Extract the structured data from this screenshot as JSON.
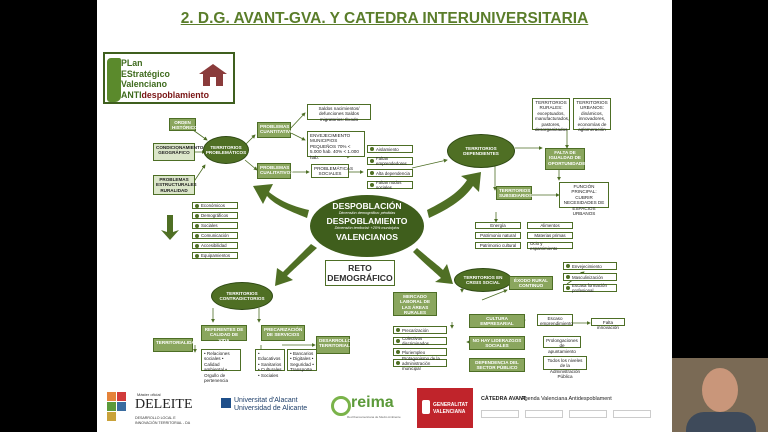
{
  "slide": {
    "title": "2. D.G. AVANT-GVA. Y CATEDRA INTERUNIVERSITARIA",
    "logo": {
      "line1": "PLan",
      "line2": "EStratégico",
      "line3": "Valenciano",
      "line4a": "ANTI",
      "line4b": "despoblamiento"
    }
  },
  "center": {
    "t1": "DESPOBLACIÓN",
    "s1": "Dimensión demográfica: pérdidas",
    "t2": "DESPOBLAMIENTO",
    "s2": "Dimensión territorial: +20% municipios",
    "t3": "VALENCIANOS"
  },
  "reto": {
    "line1": "RETO",
    "line2": "DEMOGRÁFICO"
  },
  "nodes": {
    "problematicos": "TERRITORIOS PROBLEMÁTICOS",
    "orden_historico": "ORDEN HISTÓRICO",
    "condicionamiento": "CONDICIONAMIENTO GEOGRÁFICO",
    "estructurales": "PROBLEMAS ESTRUCTURALES RURALIDAD",
    "cuantitativos": "PROBLEMAS CUANTITATIVOS",
    "cualitativos": "PROBLEMAS CUALITATIVOS",
    "saldos": "Saldos nacimientos/ defunciones Saldos migratorios: Éxodo",
    "envejecimiento": "ENVEJECIMIENTO MUNICIPIOS PEQUEÑOS 70% < 5.000 hab. 40% < 1.000 hab.",
    "problematicas_sociales": "PROBLEMÁTICAS SOCIALES",
    "dependientes": "TERRITORIOS DEPENDIENTES",
    "rurales": "TERRITORIOS RURALES: exceptuados, manufacturados, pastores, desorganizados",
    "urbanos": "TERRITORIOS URBANOS: dinámicos, innovadores, economías de aglomeración",
    "falta_igualdad": "FALTA DE IGUALDAD DE OPORTUNIDADES",
    "subsidiarios": "TERRITORIOS SUBSIDIARIOS",
    "funcion_principal": "FUNCIÓN PRINCIPAL: CUBRIR NECESIDADES DE ESPACIOS URBANOS",
    "contradictorios": "TERRITORIOS CONTRADICTORIOS",
    "referentes": "REFERENTES DE CALIDAD DE VIDA",
    "precarizacion": "PRECARIZACIÓN DE SERVICIOS",
    "territorialidad": "TERRITORIALIDAD",
    "desarrollo": "DESARROLLO TERRITORIAL",
    "crisis_social": "TERRITORIOS EN CRISIS SOCIAL",
    "mercado_laboral": "MERCADO LABORAL DE LAS ÁREAS RURALES",
    "exodo_rural": "ÉXODO RURAL CONTINUO",
    "cultura_empresarial": "CULTURA EMPRESARIAL INSUFICIENTE",
    "liderazgos": "NO HAY LIDERAZGOS SOCIALES",
    "dependencia_publico": "DEPENDENCIA DEL SECTOR PÚBLICO",
    "escaso_emprendimiento": "Escaso emprendimiento",
    "falta_innovacion": "Falta innovación",
    "prolongaciones": "Prolongaciones de apuntamiento",
    "todos_niveles": "Todos los niveles de la Administración Pública",
    "referentes_list": "• Relaciones sociales • Calidad ambiental • Orgullo de pertenencia",
    "educativos_list": "• Educativos • Sanitarios • Culturales • Sociales",
    "bancarios_list": "• Bancarios • Digitales • Seguridad • Transporte"
  },
  "list_left": [
    "Económicos",
    "Demográficos",
    "Sociales",
    "Comunicación",
    "Accesibilidad",
    "Equipamientos"
  ],
  "list_social": [
    "Aislamiento",
    "Faltan emprendedores",
    "Alta dependencia",
    "Faltan nodos sociales"
  ],
  "list_resources": [
    [
      "Energía",
      "Alimentos"
    ],
    [
      "Patrimonio natural",
      "Materias primas"
    ],
    [
      "Patrimonio cultural",
      "Ocio y esparcimiento"
    ]
  ],
  "list_crisis_right": [
    "Envejecimiento",
    "Masculinización",
    "Escasa formación profesional"
  ],
  "list_crisis_left": [
    "Precarización",
    "Colectivos discriminados",
    "Pluriempleo",
    "Protagonismo de la administración municipal"
  ],
  "footer": {
    "deleite": "DELEITE",
    "deleite_sub1": "DESARROLLO LOCAL E",
    "deleite_sub2": "INNOVACIÓN TERRITORIAL - DA",
    "deleite_top": "Màster oficial",
    "ua1": "Universitat d'Alacant",
    "ua2": "Universidad de Alicante",
    "reima": "reima",
    "reima_sub": "Red Iberoamericana de Medio Ambiente",
    "gva1": "GENERALITAT",
    "gva2": "VALENCIANA",
    "catedra": "CÀTEDRA AVANT",
    "catedra_sub": "Agenda Valenciana Antidespoblament"
  },
  "colors": {
    "dark_green": "#3f5e1c",
    "mid_green": "#8aa65e",
    "light_green": "#dbe6c9",
    "title_green": "#5a7d2a",
    "gva_red": "#c0242b"
  }
}
